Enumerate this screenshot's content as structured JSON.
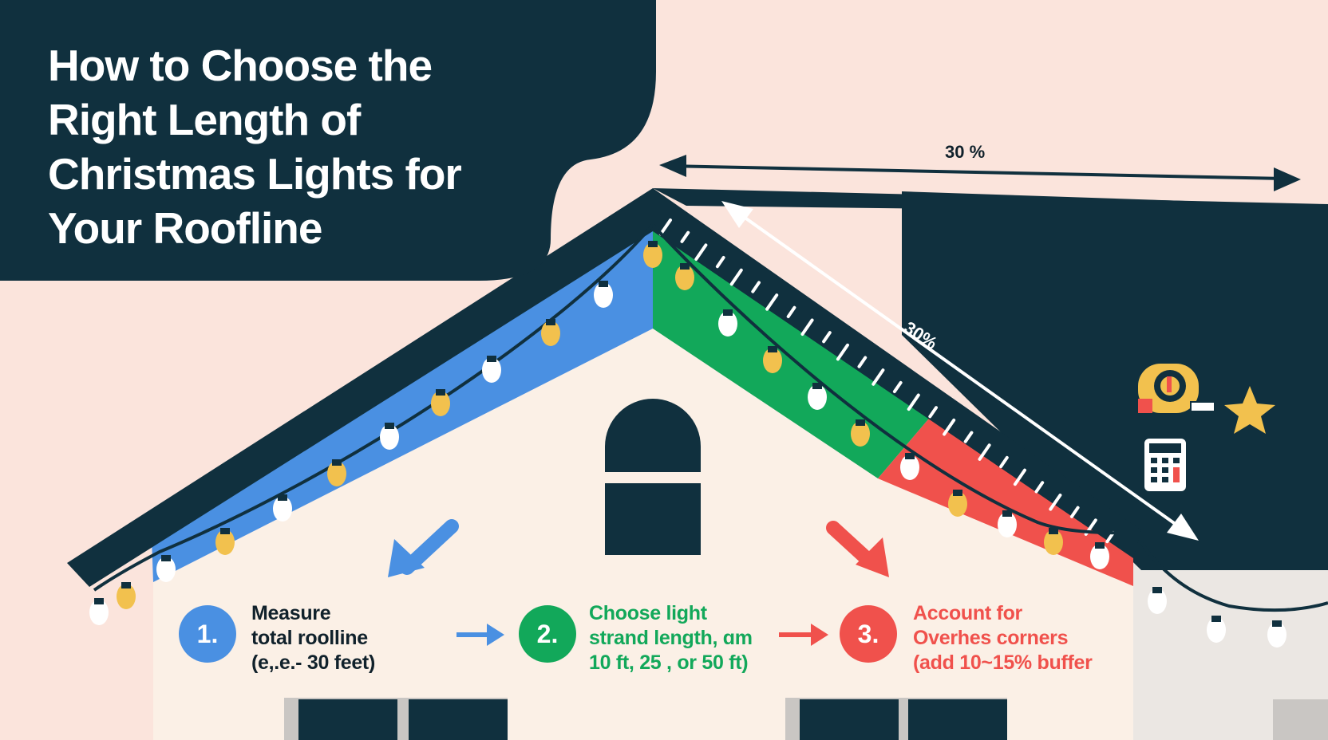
{
  "title_lines": [
    "How to Choose the",
    "Right Length of",
    "Christmas Lights for",
    "Your Roofline"
  ],
  "dimensions": {
    "top_label": "30 %",
    "slope_label": "30%"
  },
  "steps": [
    {
      "number": "1.",
      "lines": [
        "Measure",
        "total roolline",
        "(e,.e.- 30 feet)"
      ],
      "color": "#4a90e2"
    },
    {
      "number": "2.",
      "lines": [
        "Choose light",
        "strand length, ɑm",
        "10 ft, 25 , or 50 ft)"
      ],
      "color": "#12a85a"
    },
    {
      "number": "3.",
      "lines": [
        "Account for",
        "Overhes corners",
        "(add 10~15% buffer"
      ],
      "color": "#f0514c"
    }
  ],
  "icons": [
    "tape-measure-icon",
    "star-icon",
    "calculator-icon"
  ],
  "colors": {
    "background": "#fbe4dc",
    "navy": "#10303e",
    "wall": "#fbf0e6",
    "blue": "#4a90e2",
    "green": "#12a85a",
    "red": "#f0514c",
    "bulb_white": "#ffffff",
    "bulb_amber": "#f2c14e"
  }
}
